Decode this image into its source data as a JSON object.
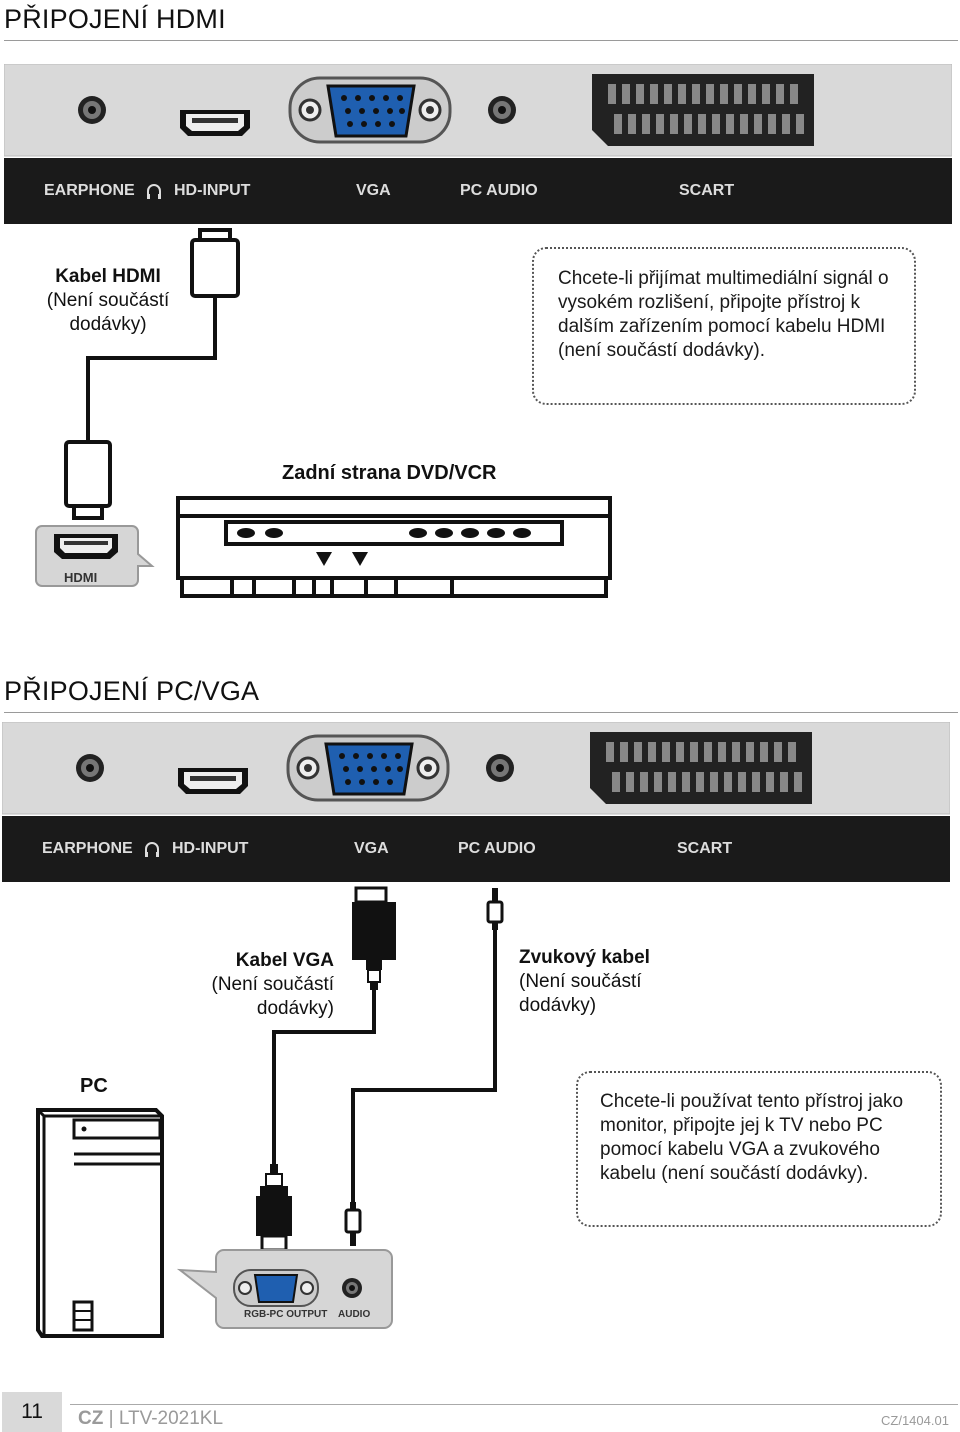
{
  "section1": {
    "title": "PŘIPOJENÍ HDMI",
    "panel_labels": [
      "EARPHONE",
      "HD-INPUT",
      "VGA",
      "PC AUDIO",
      "SCART"
    ],
    "cable_label_bold": "Kabel HDMI",
    "cable_label_line2": "(Není součástí",
    "cable_label_line3": "dodávky)",
    "note": "Chcete-li přijímat multimediální signál o vysokém rozlišení, připojte přístroj k dalším zařízením pomocí kabelu HDMI (není součástí dodávky).",
    "dvd_title": "Zadní strana DVD/VCR",
    "hdmi_port_label": "HDMI"
  },
  "section2": {
    "title": "PŘIPOJENÍ PC/VGA",
    "panel_labels": [
      "EARPHONE",
      "HD-INPUT",
      "VGA",
      "PC AUDIO",
      "SCART"
    ],
    "vga_label_bold": "Kabel VGA",
    "vga_label_line2": "(Není součástí",
    "vga_label_line3": "dodávky)",
    "audio_label_bold": "Zvukový kabel",
    "audio_label_line2": "(Není součástí",
    "audio_label_line3": "dodávky)",
    "pc_label": "PC",
    "note": "Chcete-li používat tento přístroj jako monitor, připojte jej k TV nebo PC pomocí kabelu VGA a zvukového kabelu (není součástí dodávky).",
    "pc_port_labels": [
      "RGB-PC OUTPUT",
      "AUDIO"
    ]
  },
  "footer": {
    "page_number": "11",
    "lang": "CZ",
    "separator": "|",
    "model": "LTV-2021KL",
    "code": "CZ/1404.01"
  },
  "colors": {
    "panel_gray": "#d9d9d9",
    "label_bar": "#1a1a1a",
    "vga_blue": "#1f5fb0"
  }
}
